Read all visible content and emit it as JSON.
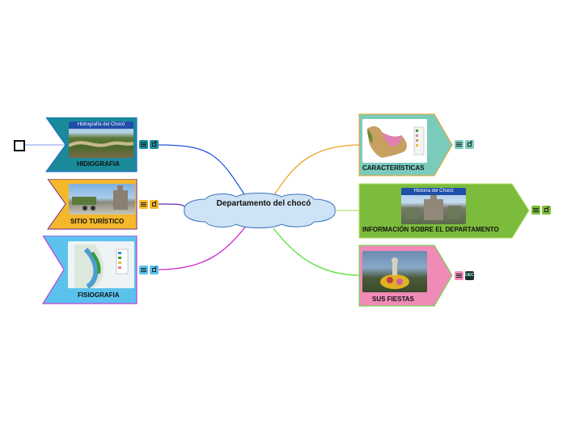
{
  "central": {
    "title": "Departamento del chocó"
  },
  "branches": {
    "hidrografia": {
      "label": "HIDIOGRAFIA",
      "image_caption": "Hidrografía del Chocó",
      "color": "#1a8a9a",
      "line_color": "#1f57e0"
    },
    "sitio": {
      "label": "SITIO TURÍSTICO",
      "color": "#f5b82a",
      "line_color": "#6b2aa8"
    },
    "fisiografia": {
      "label": "FISIOGRAFIA",
      "color": "#5bc2ee",
      "line_color": "#cc22cc"
    },
    "caracteristicas": {
      "label": "CARACTERÍSTICAS",
      "color": "#7bcbbd",
      "line_color": "#f0a020"
    },
    "informacion": {
      "label": "INFORMACIÓN SOBRE EL DEPARTAMENTO",
      "image_caption": "Historia del Chocó",
      "color": "#7cbc3c",
      "line_color": "#b8e06a"
    },
    "fiestas": {
      "label": "SUS FIESTAS",
      "color": "#f08ab6",
      "line_color": "#5ae040",
      "badge": "UEC"
    }
  },
  "icons": {
    "note": "note-icon",
    "link": "link-icon"
  }
}
